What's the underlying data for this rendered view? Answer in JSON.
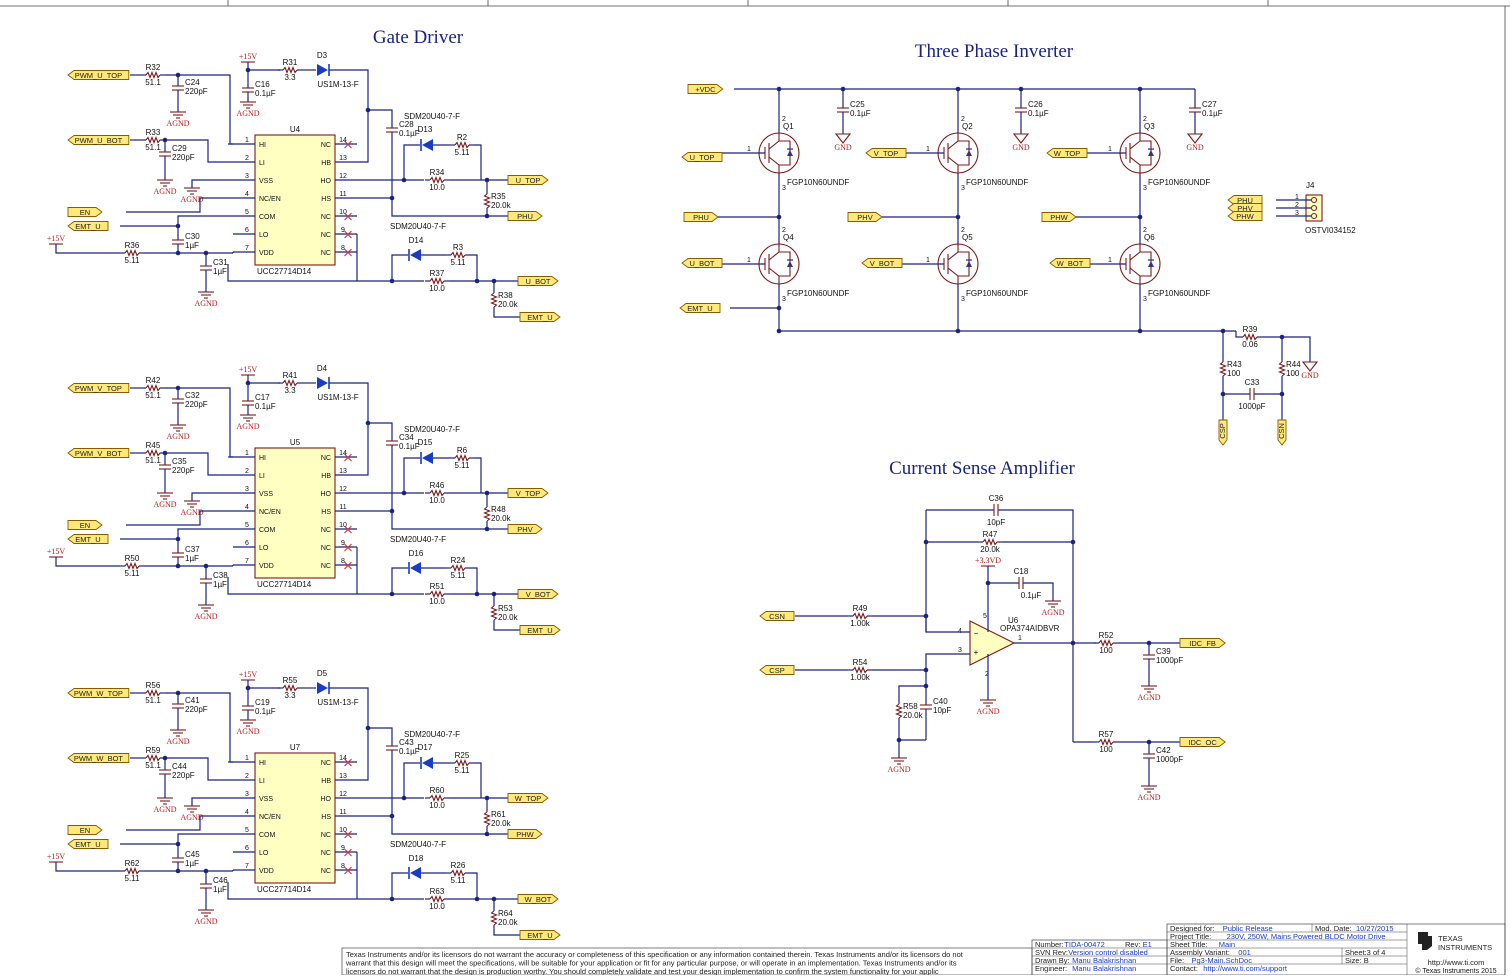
{
  "titles": {
    "gate_driver": "Gate Driver",
    "inverter": "Three Phase Inverter",
    "current_sense": "Current Sense Amplifier"
  },
  "gate_driver_blocks": [
    {
      "ic": "U4",
      "ic_part": "UCC27714D14",
      "in_top": "PWM_U_TOP",
      "in_bot": "PWM_U_BOT",
      "r_in_top": "R32",
      "r_in_top_v": "51.1",
      "c_in_top": "C24",
      "c_in_top_v": "220pF",
      "r_in_bot": "R33",
      "r_in_bot_v": "51.1",
      "c_in_bot": "C29",
      "c_in_bot_v": "220pF",
      "boot_r": "R31",
      "boot_r_v": "3.3",
      "boot_d": "D3",
      "boot_d_part": "US1M-13-F",
      "c_vcc": "C16",
      "c_vcc_v": "0.1µF",
      "c_boot": "C28",
      "c_boot_v": "0.1µF",
      "d_hi": "D13",
      "d_hi_part": "SDM20U40-7-F",
      "r_hi_fast": "R2",
      "r_hi_fast_v": "5.11",
      "r_hi": "R34",
      "r_hi_v": "10.0",
      "r_hi_pd": "R35",
      "r_hi_pd_v": "20.0k",
      "out_top": "U_TOP",
      "ph": "PHU",
      "d_lo": "D14",
      "d_lo_part": "SDM20U40-7-F",
      "r_lo_fast": "R3",
      "r_lo_fast_v": "5.11",
      "r_lo": "R37",
      "r_lo_v": "10.0",
      "r_lo_pd": "R38",
      "r_lo_pd_v": "20.0k",
      "out_bot": "U_BOT",
      "emt": "EMT_U",
      "c_com": "C30",
      "c_com_v": "1µF",
      "c_vdd": "C31",
      "c_vdd_v": "1µF",
      "r_vdd": "R36",
      "r_vdd_v": "5.11"
    },
    {
      "ic": "U5",
      "ic_part": "UCC27714D14",
      "in_top": "PWM_V_TOP",
      "in_bot": "PWM_V_BOT",
      "r_in_top": "R42",
      "r_in_top_v": "51.1",
      "c_in_top": "C32",
      "c_in_top_v": "220pF",
      "r_in_bot": "R45",
      "r_in_bot_v": "51.1",
      "c_in_bot": "C35",
      "c_in_bot_v": "220pF",
      "boot_r": "R41",
      "boot_r_v": "3.3",
      "boot_d": "D4",
      "boot_d_part": "US1M-13-F",
      "c_vcc": "C17",
      "c_vcc_v": "0.1µF",
      "c_boot": "C34",
      "c_boot_v": "0.1µF",
      "d_hi": "D15",
      "d_hi_part": "SDM20U40-7-F",
      "r_hi_fast": "R6",
      "r_hi_fast_v": "5.11",
      "r_hi": "R46",
      "r_hi_v": "10.0",
      "r_hi_pd": "R48",
      "r_hi_pd_v": "20.0k",
      "out_top": "V_TOP",
      "ph": "PHV",
      "d_lo": "D16",
      "d_lo_part": "SDM20U40-7-F",
      "r_lo_fast": "R24",
      "r_lo_fast_v": "5.11",
      "r_lo": "R51",
      "r_lo_v": "10.0",
      "r_lo_pd": "R53",
      "r_lo_pd_v": "20.0k",
      "out_bot": "V_BOT",
      "emt": "EMT_U",
      "c_com": "C37",
      "c_com_v": "1µF",
      "c_vdd": "C38",
      "c_vdd_v": "1µF",
      "r_vdd": "R50",
      "r_vdd_v": "5.11"
    },
    {
      "ic": "U7",
      "ic_part": "UCC27714D14",
      "in_top": "PWM_W_TOP",
      "in_bot": "PWM_W_BOT",
      "r_in_top": "R56",
      "r_in_top_v": "51.1",
      "c_in_top": "C41",
      "c_in_top_v": "220pF",
      "r_in_bot": "R59",
      "r_in_bot_v": "51.1",
      "c_in_bot": "C44",
      "c_in_bot_v": "220pF",
      "boot_r": "R55",
      "boot_r_v": "3.3",
      "boot_d": "D5",
      "boot_d_part": "US1M-13-F",
      "c_vcc": "C19",
      "c_vcc_v": "0.1µF",
      "c_boot": "C43",
      "c_boot_v": "0.1µF",
      "d_hi": "D17",
      "d_hi_part": "SDM20U40-7-F",
      "r_hi_fast": "R25",
      "r_hi_fast_v": "5.11",
      "r_hi": "R60",
      "r_hi_v": "10.0",
      "r_hi_pd": "R61",
      "r_hi_pd_v": "20.0k",
      "out_top": "W_TOP",
      "ph": "PHW",
      "d_lo": "D18",
      "d_lo_part": "SDM20U40-7-F",
      "r_lo_fast": "R26",
      "r_lo_fast_v": "5.11",
      "r_lo": "R63",
      "r_lo_v": "10.0",
      "r_lo_pd": "R64",
      "r_lo_pd_v": "20.0k",
      "out_bot": "W_BOT",
      "emt": "EMT_U",
      "c_com": "C45",
      "c_com_v": "1µF",
      "c_vdd": "C46",
      "c_vdd_v": "1µF",
      "r_vdd": "R62",
      "r_vdd_v": "5.11"
    }
  ],
  "ic_pins": {
    "left": [
      [
        "1",
        "HI"
      ],
      [
        "2",
        "LI"
      ],
      [
        "3",
        "VSS"
      ],
      [
        "4",
        "NC/EN"
      ],
      [
        "5",
        "COM"
      ],
      [
        "6",
        "LO"
      ],
      [
        "7",
        "VDD"
      ]
    ],
    "right": [
      [
        "14",
        "NC"
      ],
      [
        "13",
        "HB"
      ],
      [
        "12",
        "HO"
      ],
      [
        "11",
        "HS"
      ],
      [
        "10",
        "NC"
      ],
      [
        "9",
        "NC"
      ],
      [
        "8",
        "NC"
      ]
    ]
  },
  "common": {
    "en": "EN",
    "emt_u": "EMT_U",
    "p15v": "+15V",
    "agnd": "AGND",
    "gnd": "GND",
    "vdc": "+VDC",
    "p33": "+3.3VD"
  },
  "inverter": {
    "transistor_part": "FGP10N60UNDF",
    "caps": [
      {
        "ref": "C25",
        "val": "0.1µF"
      },
      {
        "ref": "C26",
        "val": "0.1µF"
      },
      {
        "ref": "C27",
        "val": "0.1µF"
      }
    ],
    "top": [
      {
        "ref": "Q1",
        "in": "U_TOP"
      },
      {
        "ref": "Q2",
        "in": "V_TOP"
      },
      {
        "ref": "Q3",
        "in": "W_TOP"
      }
    ],
    "bot": [
      {
        "ref": "Q4",
        "in": "U_BOT"
      },
      {
        "ref": "Q5",
        "in": "V_BOT"
      },
      {
        "ref": "Q6",
        "in": "W_BOT"
      }
    ],
    "phases": [
      "PHU",
      "PHV",
      "PHW"
    ],
    "emt": "EMT_U",
    "connector": {
      "ref": "J4",
      "part": "OSTVI034152",
      "pins": [
        "1",
        "2",
        "3"
      ],
      "nets": [
        "PHU",
        "PHV",
        "PHW"
      ]
    },
    "shunt": {
      "ref": "R39",
      "val": "0.06"
    },
    "r43": {
      "ref": "R43",
      "val": "100"
    },
    "r44": {
      "ref": "R44",
      "val": "100"
    },
    "c33": {
      "ref": "C33",
      "val": "1000pF"
    },
    "csp": "CSP",
    "csn": "CSN"
  },
  "amp": {
    "c36": {
      "ref": "C36",
      "val": "10pF"
    },
    "r47": {
      "ref": "R47",
      "val": "20.0k"
    },
    "c18": {
      "ref": "C18",
      "val": "0.1µF"
    },
    "u6": {
      "ref": "U6",
      "part": "OPA374AIDBVR"
    },
    "r49": {
      "ref": "R49",
      "val": "1.00k"
    },
    "r54": {
      "ref": "R54",
      "val": "1.00k"
    },
    "r58": {
      "ref": "R58",
      "val": "20.0k"
    },
    "c40": {
      "ref": "C40",
      "val": "10pF"
    },
    "r52": {
      "ref": "R52",
      "val": "100"
    },
    "c39": {
      "ref": "C39",
      "val": "1000pF"
    },
    "r57": {
      "ref": "R57",
      "val": "100"
    },
    "c42": {
      "ref": "C42",
      "val": "1000pF"
    },
    "csn": "CSN",
    "csp": "CSP",
    "out_fb": "IDC_FB",
    "out_oc": "IDC_OC",
    "pin_minus": "4",
    "pin_plus": "3",
    "pin_out": "1",
    "pin_vp": "5",
    "pin_gnd": "2"
  },
  "title_block": {
    "designed_for_label": "Designed for:",
    "designed_for": "Public Release",
    "mod_date_label": "Mod. Date:",
    "mod_date": "10/27/2015",
    "project_label": "Project Title:",
    "project": "230V, 250W, Mains Powered BLDC Motor Drive",
    "sheet_title_label": "Sheet Title:",
    "sheet_title": "Main",
    "number_label": "Number:",
    "number": "TIDA-00472",
    "rev_label": "Rev:",
    "rev": "E1",
    "svn_label": "SVN Rev:",
    "svn": "Version control disabled",
    "assembly_label": "Assembly Variant:",
    "assembly": "001",
    "sheet_label": "Sheet:",
    "sheet": "3  of  4",
    "drawn_label": "Drawn By:",
    "drawn": "Manu Balakrishnan",
    "file_label": "File:",
    "file": "Pg3-Main.SchDoc",
    "size_label": "Size:",
    "size": "B",
    "engineer_label": "Engineer:",
    "engineer": "Manu Balakrishnan",
    "contact_label": "Contact:",
    "contact": "http://www.ti.com/support",
    "ti_url": "http://www.ti.com",
    "copyright": "© Texas Instruments 2015",
    "logo_line1": "TEXAS",
    "logo_line2": "INSTRUMENTS",
    "disclaimer": [
      "Texas Instruments and/or its licensors do not warrant the accuracy or completeness of this specification or any information contained therein. Texas Instruments and/or its licensors do not",
      "warrant that this design will meet the specifications, will be suitable for your application or fit for any particular purpose, or will operate in an implementation. Texas Instruments and/or its",
      "licensors do not warrant that the design is production worthy. You should completely validate and test your design implementation to confirm the system functionality for your applic"
    ]
  }
}
